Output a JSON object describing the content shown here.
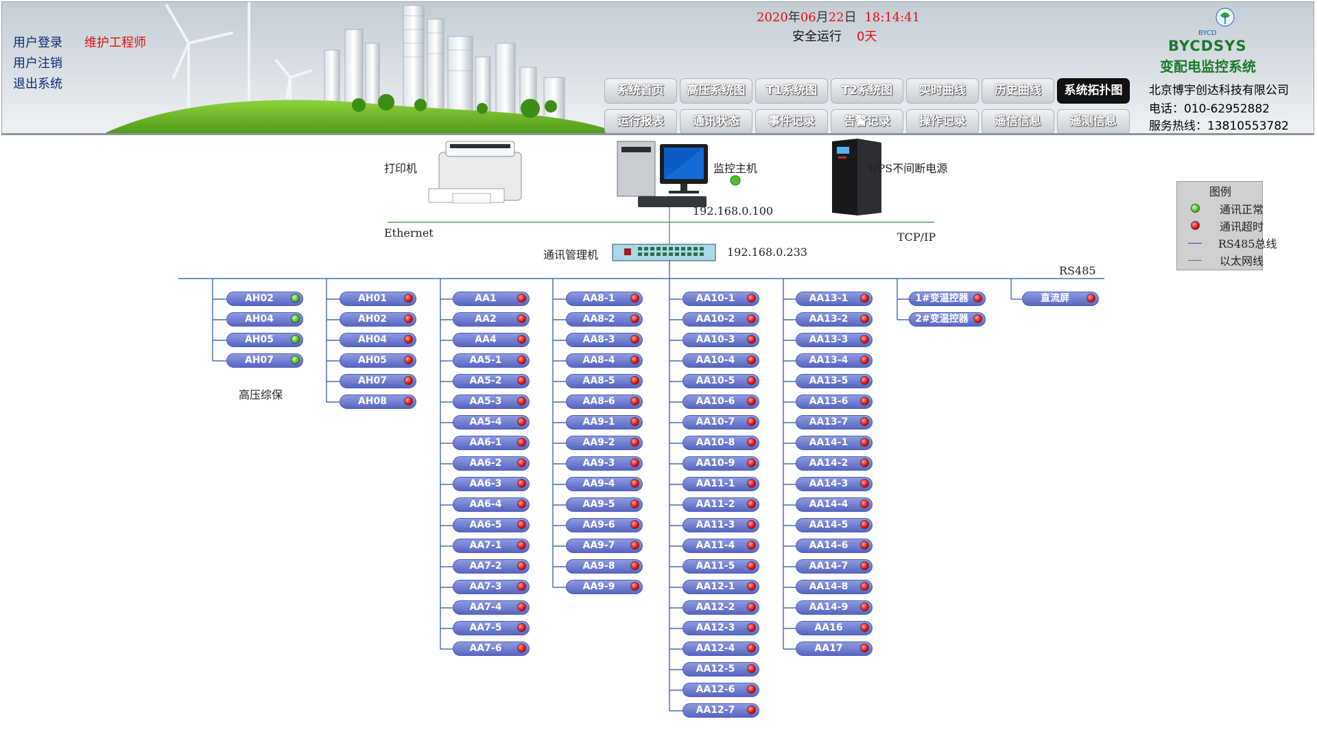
{
  "header": {
    "user_links": [
      "用户登录",
      "用户注销",
      "退出系统"
    ],
    "user_role": "维护工程师",
    "date": {
      "year": "2020",
      "year_unit": "年",
      "month": "06",
      "month_unit": "月",
      "day": "22",
      "day_unit": "日",
      "time": "18:14:41"
    },
    "safe_run_label": "安全运行",
    "safe_run_days": "0天",
    "nav_row1": [
      "系统首页",
      "高压系统图",
      "T1系统图",
      "T2系统图",
      "实时曲线",
      "历史曲线",
      "系统拓扑图"
    ],
    "nav_row2": [
      "运行报表",
      "通讯状态",
      "事件记录",
      "告警记录",
      "操作记录",
      "遥信信息",
      "遥测信息"
    ],
    "active_nav": "系统拓扑图",
    "brand": {
      "code": "BYCD",
      "name": "BYCDSYS",
      "system": "变配电监控系统"
    },
    "company": {
      "name": "北京博宇创达科技有限公司",
      "phone": "电话：010-62952882",
      "hotline": "服务热线：13810553782"
    }
  },
  "topology": {
    "printer_label": "打印机",
    "host_label": "监控主机",
    "host_ip": "192.168.0.100",
    "ups_label": "UPS不间断电源",
    "ethernet_label": "Ethernet",
    "tcpip_label": "TCP/IP",
    "comm_manager_label": "通讯管理机",
    "comm_manager_ip": "192.168.0.233",
    "rs485_label": "RS485",
    "group_label": "高压综保",
    "columns": [
      [
        {
          "n": "AH02",
          "s": "ok"
        },
        {
          "n": "AH04",
          "s": "ok"
        },
        {
          "n": "AH05",
          "s": "ok"
        },
        {
          "n": "AH07",
          "s": "ok"
        }
      ],
      [
        {
          "n": "AH01",
          "s": "bad"
        },
        {
          "n": "AH02",
          "s": "bad"
        },
        {
          "n": "AH04",
          "s": "bad"
        },
        {
          "n": "AH05",
          "s": "bad"
        },
        {
          "n": "AH07",
          "s": "bad"
        },
        {
          "n": "AH08",
          "s": "bad"
        }
      ],
      [
        {
          "n": "AA1",
          "s": "bad"
        },
        {
          "n": "AA2",
          "s": "bad"
        },
        {
          "n": "AA4",
          "s": "bad"
        },
        {
          "n": "AA5-1",
          "s": "bad"
        },
        {
          "n": "AA5-2",
          "s": "bad"
        },
        {
          "n": "AA5-3",
          "s": "bad"
        },
        {
          "n": "AA5-4",
          "s": "bad"
        },
        {
          "n": "AA6-1",
          "s": "bad"
        },
        {
          "n": "AA6-2",
          "s": "bad"
        },
        {
          "n": "AA6-3",
          "s": "bad"
        },
        {
          "n": "AA6-4",
          "s": "bad"
        },
        {
          "n": "AA6-5",
          "s": "bad"
        },
        {
          "n": "AA7-1",
          "s": "bad"
        },
        {
          "n": "AA7-2",
          "s": "bad"
        },
        {
          "n": "AA7-3",
          "s": "bad"
        },
        {
          "n": "AA7-4",
          "s": "bad"
        },
        {
          "n": "AA7-5",
          "s": "bad"
        },
        {
          "n": "AA7-6",
          "s": "bad"
        }
      ],
      [
        {
          "n": "AA8-1",
          "s": "bad"
        },
        {
          "n": "AA8-2",
          "s": "bad"
        },
        {
          "n": "AA8-3",
          "s": "bad"
        },
        {
          "n": "AA8-4",
          "s": "bad"
        },
        {
          "n": "AA8-5",
          "s": "bad"
        },
        {
          "n": "AA8-6",
          "s": "bad"
        },
        {
          "n": "AA9-1",
          "s": "bad"
        },
        {
          "n": "AA9-2",
          "s": "bad"
        },
        {
          "n": "AA9-3",
          "s": "bad"
        },
        {
          "n": "AA9-4",
          "s": "bad"
        },
        {
          "n": "AA9-5",
          "s": "bad"
        },
        {
          "n": "AA9-6",
          "s": "bad"
        },
        {
          "n": "AA9-7",
          "s": "bad"
        },
        {
          "n": "AA9-8",
          "s": "bad"
        },
        {
          "n": "AA9-9",
          "s": "bad"
        }
      ],
      [
        {
          "n": "AA10-1",
          "s": "bad"
        },
        {
          "n": "AA10-2",
          "s": "bad"
        },
        {
          "n": "AA10-3",
          "s": "bad"
        },
        {
          "n": "AA10-4",
          "s": "bad"
        },
        {
          "n": "AA10-5",
          "s": "bad"
        },
        {
          "n": "AA10-6",
          "s": "bad"
        },
        {
          "n": "AA10-7",
          "s": "bad"
        },
        {
          "n": "AA10-8",
          "s": "bad"
        },
        {
          "n": "AA10-9",
          "s": "bad"
        },
        {
          "n": "AA11-1",
          "s": "bad"
        },
        {
          "n": "AA11-2",
          "s": "bad"
        },
        {
          "n": "AA11-3",
          "s": "bad"
        },
        {
          "n": "AA11-4",
          "s": "bad"
        },
        {
          "n": "AA11-5",
          "s": "bad"
        },
        {
          "n": "AA12-1",
          "s": "bad"
        },
        {
          "n": "AA12-2",
          "s": "bad"
        },
        {
          "n": "AA12-3",
          "s": "bad"
        },
        {
          "n": "AA12-4",
          "s": "bad"
        },
        {
          "n": "AA12-5",
          "s": "bad"
        },
        {
          "n": "AA12-6",
          "s": "bad"
        },
        {
          "n": "AA12-7",
          "s": "bad"
        }
      ],
      [
        {
          "n": "AA13-1",
          "s": "bad"
        },
        {
          "n": "AA13-2",
          "s": "bad"
        },
        {
          "n": "AA13-3",
          "s": "bad"
        },
        {
          "n": "AA13-4",
          "s": "bad"
        },
        {
          "n": "AA13-5",
          "s": "bad"
        },
        {
          "n": "AA13-6",
          "s": "bad"
        },
        {
          "n": "AA13-7",
          "s": "bad"
        },
        {
          "n": "AA14-1",
          "s": "bad"
        },
        {
          "n": "AA14-2",
          "s": "bad"
        },
        {
          "n": "AA14-3",
          "s": "bad"
        },
        {
          "n": "AA14-4",
          "s": "bad"
        },
        {
          "n": "AA14-5",
          "s": "bad"
        },
        {
          "n": "AA14-6",
          "s": "bad"
        },
        {
          "n": "AA14-7",
          "s": "bad"
        },
        {
          "n": "AA14-8",
          "s": "bad"
        },
        {
          "n": "AA14-9",
          "s": "bad"
        },
        {
          "n": "AA16",
          "s": "bad"
        },
        {
          "n": "AA17",
          "s": "bad"
        }
      ],
      [
        {
          "n": "1#变温控器",
          "s": "bad"
        },
        {
          "n": "2#变温控器",
          "s": "bad"
        }
      ],
      [
        {
          "n": "直流屏",
          "s": "bad"
        }
      ]
    ]
  },
  "legend": {
    "title": "图例",
    "normal": "通讯正常",
    "timeout": "通讯超时",
    "rs485_line": "RS485总线",
    "ethernet_line": "以太网线",
    "rs485_color": "#1f4f9a",
    "ethernet_color": "#3a8a4a"
  }
}
